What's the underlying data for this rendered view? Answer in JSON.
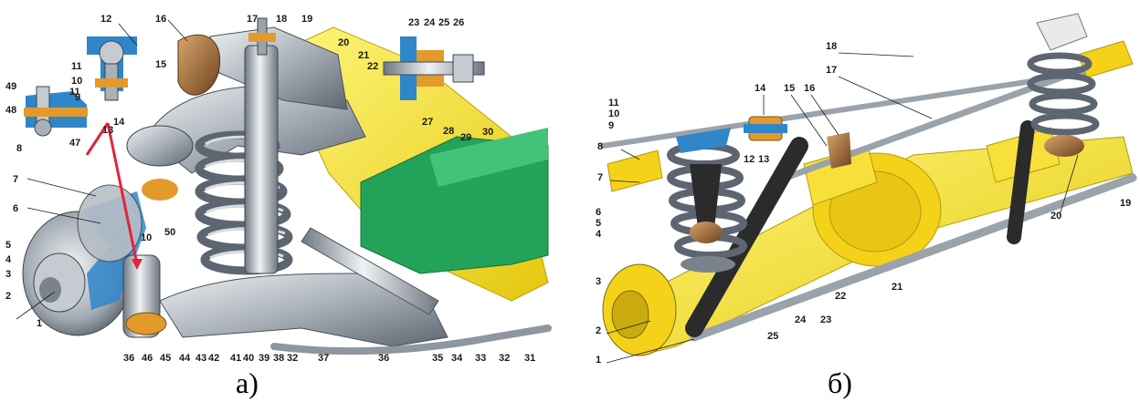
{
  "captions": {
    "left": "а)",
    "right": "б)"
  },
  "colors": {
    "metal_light": "#d8dde2",
    "metal_mid": "#a9b0b8",
    "metal_dark": "#5d6670",
    "section_blue": "#2f86c9",
    "rubber_orange": "#e39a2c",
    "body_yellow": "#f2e51d",
    "frame_green": "#23a35a",
    "bump_brown": "#8a5a2e",
    "marker_red": "#e2243b",
    "axle_yellow": "#f4d21a",
    "shock_black": "#2b2b2b"
  },
  "icons": {
    "pointer_arrow": "red-arrow-icon"
  },
  "left_labels": [
    {
      "text": "12"
    },
    {
      "text": "16"
    },
    {
      "text": "17"
    },
    {
      "text": "18"
    },
    {
      "text": "19"
    },
    {
      "text": "23"
    },
    {
      "text": "24"
    },
    {
      "text": "25"
    },
    {
      "text": "26"
    },
    {
      "text": "11"
    },
    {
      "text": "10"
    },
    {
      "text": "9"
    },
    {
      "text": "15"
    },
    {
      "text": "49"
    },
    {
      "text": "11"
    },
    {
      "text": "48"
    },
    {
      "text": "47"
    },
    {
      "text": "20"
    },
    {
      "text": "21"
    },
    {
      "text": "22"
    },
    {
      "text": "14"
    },
    {
      "text": "13"
    },
    {
      "text": "8"
    },
    {
      "text": "27"
    },
    {
      "text": "28"
    },
    {
      "text": "29"
    },
    {
      "text": "30"
    },
    {
      "text": "7"
    },
    {
      "text": "6"
    },
    {
      "text": "10"
    },
    {
      "text": "50"
    },
    {
      "text": "5"
    },
    {
      "text": "4"
    },
    {
      "text": "3"
    },
    {
      "text": "2"
    },
    {
      "text": "1"
    },
    {
      "text": "36"
    },
    {
      "text": "46"
    },
    {
      "text": "45"
    },
    {
      "text": "44"
    },
    {
      "text": "43"
    },
    {
      "text": "42"
    },
    {
      "text": "41"
    },
    {
      "text": "40"
    },
    {
      "text": "39"
    },
    {
      "text": "38"
    },
    {
      "text": "32"
    },
    {
      "text": "37"
    },
    {
      "text": "36"
    },
    {
      "text": "35"
    },
    {
      "text": "33"
    },
    {
      "text": "34"
    },
    {
      "text": "32"
    },
    {
      "text": "31"
    }
  ],
  "right_labels": [
    {
      "text": "18"
    },
    {
      "text": "17"
    },
    {
      "text": "14"
    },
    {
      "text": "15"
    },
    {
      "text": "16"
    },
    {
      "text": "11"
    },
    {
      "text": "10"
    },
    {
      "text": "9"
    },
    {
      "text": "8"
    },
    {
      "text": "7"
    },
    {
      "text": "12"
    },
    {
      "text": "13"
    },
    {
      "text": "6"
    },
    {
      "text": "5"
    },
    {
      "text": "4"
    },
    {
      "text": "3"
    },
    {
      "text": "2"
    },
    {
      "text": "1"
    },
    {
      "text": "25"
    },
    {
      "text": "24"
    },
    {
      "text": "23"
    },
    {
      "text": "22"
    },
    {
      "text": "21"
    },
    {
      "text": "20"
    },
    {
      "text": "19"
    }
  ]
}
